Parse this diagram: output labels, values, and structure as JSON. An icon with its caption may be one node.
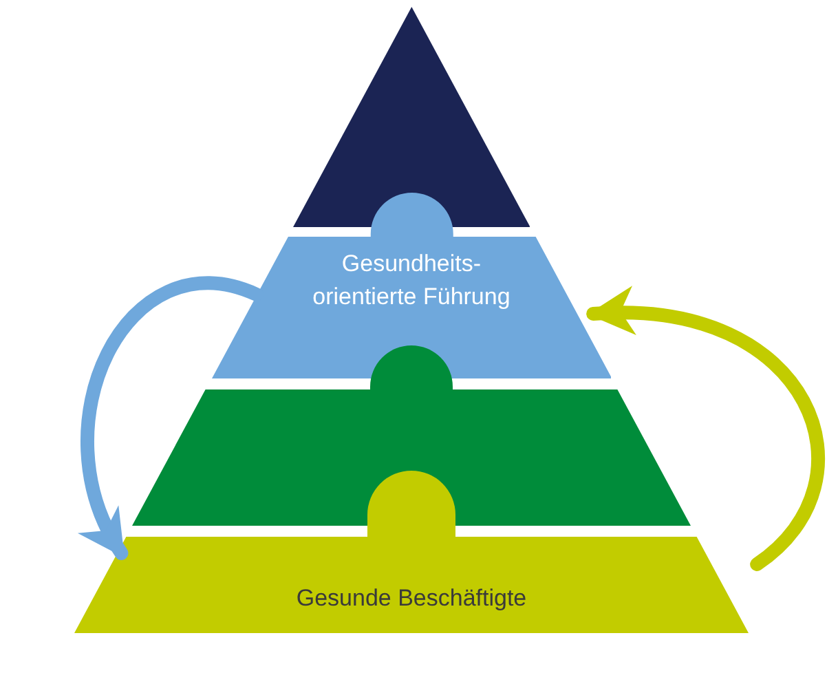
{
  "diagram": {
    "nodes": [
      {
        "text": [],
        "shape": "triangle"
      },
      {
        "text": [
          "Gesundheits- orientierte Führung"
        ]
      },
      {
        "text": [],
        "shape": "trapezoid"
      },
      {
        "text": [
          "Gesunde Beschäftigte"
        ]
      }
    ],
    "edges": [
      {
        "from": 1,
        "to": 3,
        "arrow": "to",
        "color": "#6fa8dc"
      },
      {
        "from": 3,
        "to": 1,
        "arrow": "to",
        "color": "#c2cc00"
      }
    ]
  }
}
